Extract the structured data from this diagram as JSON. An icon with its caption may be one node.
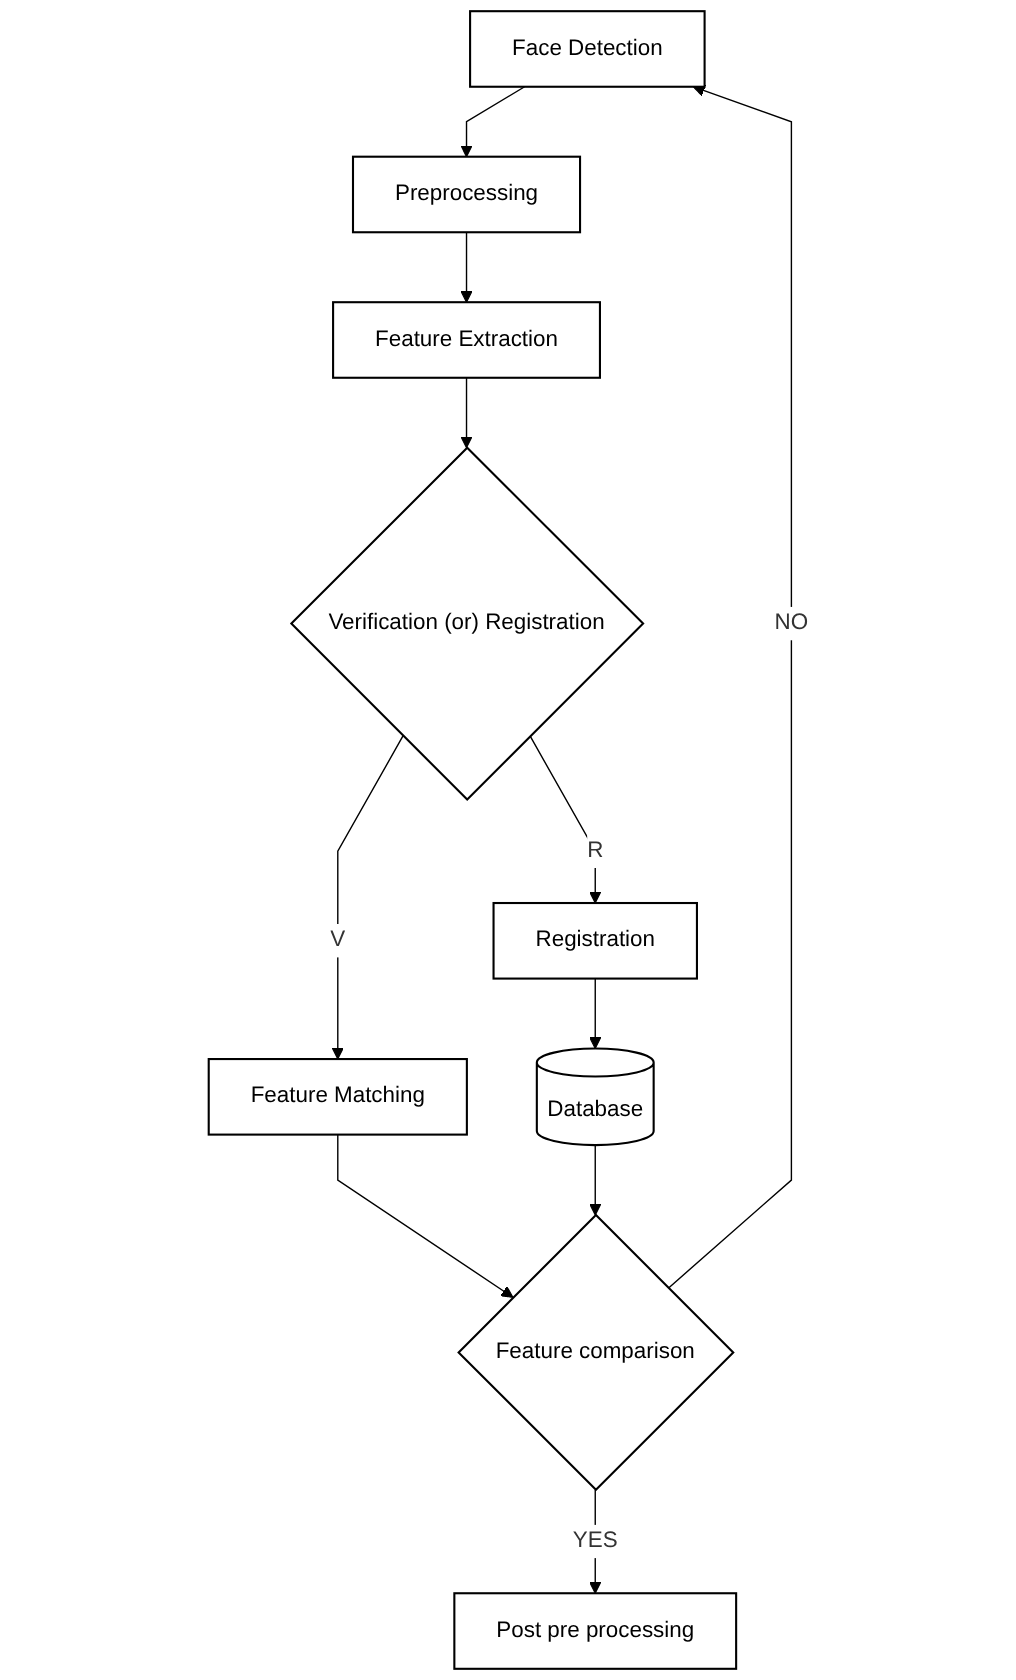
{
  "diagram": {
    "nodes": [
      {
        "text": [
          "Face Detection"
        ]
      },
      {
        "text": [
          "Preprocessing"
        ]
      },
      {
        "text": [
          "Feature Extraction"
        ]
      },
      {
        "text": [
          "Verification (or) Registration"
        ]
      },
      {
        "text": [
          "Feature Matching"
        ]
      },
      {
        "text": [
          "Registration"
        ]
      },
      {
        "text": [
          "Database"
        ]
      },
      {
        "text": [
          "Feature comparison"
        ]
      },
      {
        "text": [
          "Post pre processing"
        ]
      }
    ],
    "edges": [
      {
        "from": 0,
        "to": 1,
        "arrow": "to"
      },
      {
        "from": 1,
        "to": 2,
        "arrow": "to"
      },
      {
        "from": 2,
        "to": 3,
        "arrow": "to"
      },
      {
        "from": 3,
        "to": 4,
        "label": "V",
        "arrow": "to"
      },
      {
        "from": 3,
        "to": 5,
        "label": "R",
        "arrow": "to"
      },
      {
        "from": 4,
        "to": 7,
        "arrow": "to"
      },
      {
        "from": 5,
        "to": 6,
        "arrow": "to"
      },
      {
        "from": 6,
        "to": 7,
        "arrow": "to"
      },
      {
        "from": 7,
        "to": 8,
        "label": "YES",
        "arrow": "to"
      },
      {
        "from": 7,
        "to": 0,
        "label": "NO",
        "arrow": "to"
      }
    ]
  }
}
